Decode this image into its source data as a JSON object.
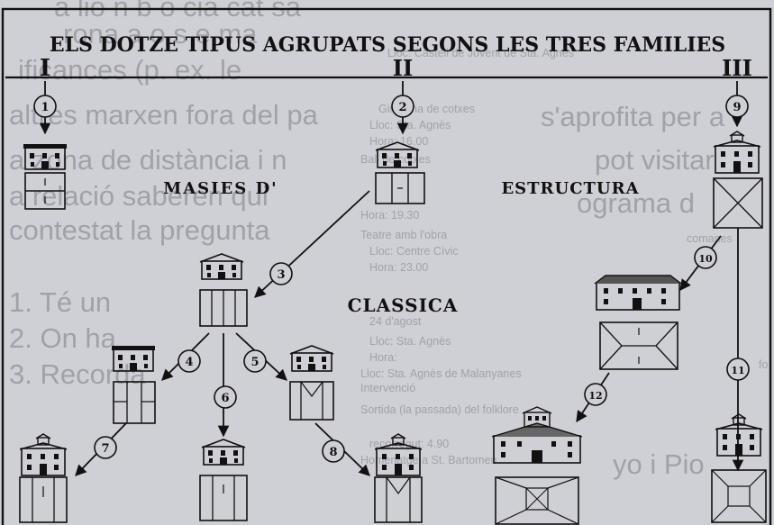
{
  "diagram": {
    "title": "ELS DOTZE TIPUS AGRUPATS SEGONS LES TRES FAMILIES",
    "family_numerals": [
      "I",
      "II",
      "III"
    ],
    "labels": {
      "masies": "MASIES D'",
      "estructura": "ESTRUCTURA",
      "classica": "CLASSICA"
    },
    "type_numbers": [
      "1",
      "2",
      "3",
      "4",
      "5",
      "6",
      "7",
      "8",
      "9",
      "10",
      "11",
      "12"
    ]
  },
  "bleed_through_text": {
    "large": [
      "a lio n b o cia cat sa",
      "rona a o s e ma",
      "ificances (p. ex. le",
      "altres marxen fora del pa",
      "a zona de distància i n",
      "a relació saberen qui",
      "contestat la pregunta",
      "1. Té un",
      "2. On ha",
      "3. Recorda",
      "s'aprofita per a",
      "pot visitar",
      "ograma d",
      "yo i Pio"
    ],
    "small": [
      "Lloc: Castell de Jovent de Sta. Agnès",
      "Gimcana de cotxes",
      "Lloc: Sta. Agnès",
      "Hora: 16.00",
      "Ball de cotxes",
      "Hora: 19.30",
      "Teatre amb l'obra",
      "Lloc: Centre Cívic",
      "Hora: 23.00",
      "24 d'agost",
      "Lloc: Sta. Agnès de Malanyanes",
      "Sortida (la passada) del folklore",
      "Homenatge a St. Bartomeu",
      "Intervenció",
      "recorregut: 4.90",
      "Lloc: Sta. Agnès",
      "Hora:",
      "comanes",
      "fo"
    ]
  }
}
